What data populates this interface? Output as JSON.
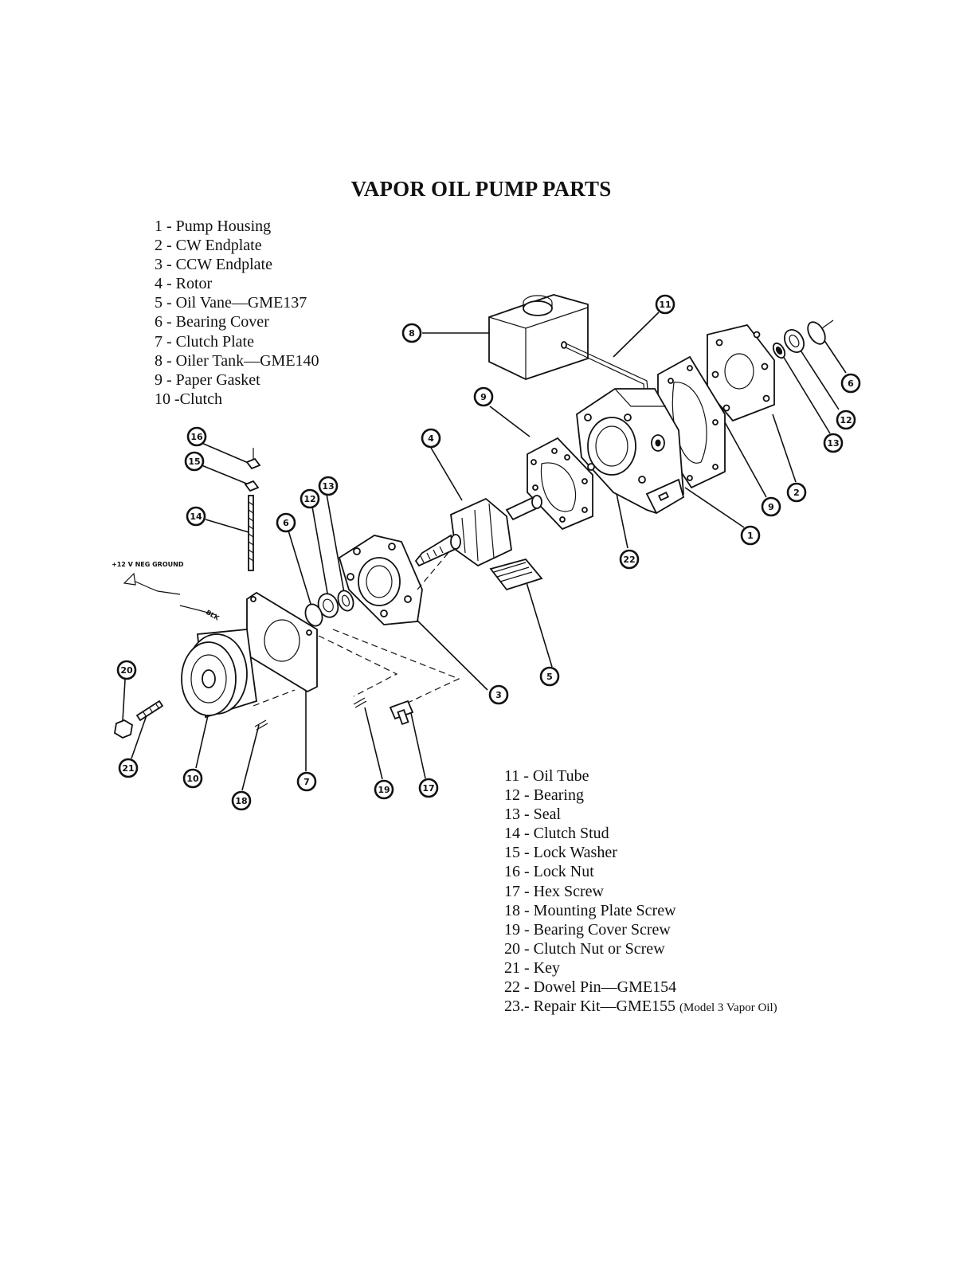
{
  "title": "VAPOR OIL PUMP PARTS",
  "parts_top": [
    "1 - Pump Housing",
    "2 - CW Endplate",
    "3 - CCW Endplate",
    "4 - Rotor",
    "5 - Oil Vane—GME137",
    "6 - Bearing Cover",
    "7 - Clutch Plate",
    "8 - Oiler Tank—GME140",
    "9 - Paper Gasket",
    "10 -Clutch"
  ],
  "parts_bottom": [
    "11 - Oil Tube",
    "12 - Bearing",
    "13 - Seal",
    "14 - Clutch Stud",
    "15 - Lock Washer",
    "16 - Lock Nut",
    "17 - Hex Screw",
    "18 - Mounting Plate Screw",
    "19 - Bearing Cover Screw",
    "20 - Clutch Nut or Screw",
    "21 - Key",
    "22 - Dowel Pin—GME154",
    "23.- Repair Kit—GME155"
  ],
  "parts_bottom_note": "(Model 3 Vapor Oil)",
  "wire_labels": {
    "ground": "+12 V NEG GROUND",
    "blk": "BLK"
  },
  "callouts": [
    "1",
    "2",
    "3",
    "4",
    "5",
    "6",
    "7",
    "8",
    "9",
    "10",
    "11",
    "12",
    "13",
    "14",
    "15",
    "16",
    "17",
    "18",
    "19",
    "20",
    "21",
    "22"
  ]
}
